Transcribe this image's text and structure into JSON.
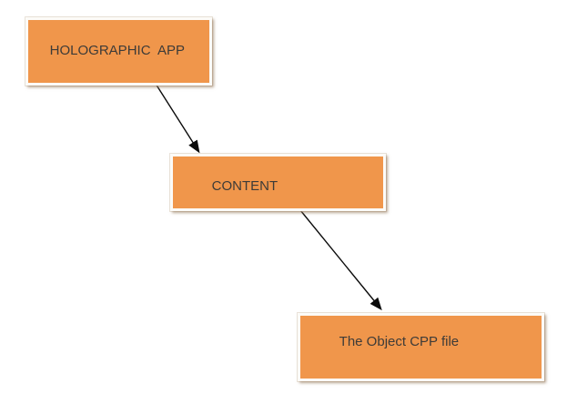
{
  "diagram": {
    "nodes": [
      {
        "id": "holographic-app",
        "label": "HOLOGRAPHIC  APP"
      },
      {
        "id": "content",
        "label": "CONTENT"
      },
      {
        "id": "object-cpp-file",
        "label": "The Object CPP file"
      }
    ],
    "edges": [
      {
        "from": "holographic-app",
        "to": "content",
        "style": "straight-arrow"
      },
      {
        "from": "content",
        "to": "object-cpp-file",
        "style": "straight-arrow"
      }
    ],
    "colors": {
      "node_fill": "#F0964B",
      "node_border": "#FCFBF8",
      "node_shadow": "#C9B59F",
      "node_text": "#3D3B38",
      "arrow": "#0B0B0B",
      "background": "#FFFFFF"
    }
  }
}
